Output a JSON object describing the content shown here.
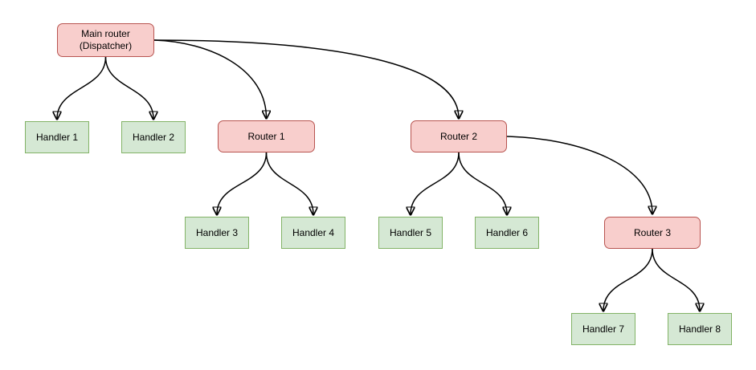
{
  "diagram": {
    "colors": {
      "router_fill": "#f8cecc",
      "router_stroke": "#b85450",
      "handler_fill": "#d5e8d4",
      "handler_stroke": "#82b366",
      "edge_stroke": "#000000",
      "canvas_background": "#ffffff"
    },
    "nodes": {
      "main": {
        "label": "Main router\n(Dispatcher)",
        "type": "router"
      },
      "handler1": {
        "label": "Handler 1",
        "type": "handler"
      },
      "handler2": {
        "label": "Handler 2",
        "type": "handler"
      },
      "router1": {
        "label": "Router 1",
        "type": "router"
      },
      "router2": {
        "label": "Router 2",
        "type": "router"
      },
      "handler3": {
        "label": "Handler 3",
        "type": "handler"
      },
      "handler4": {
        "label": "Handler 4",
        "type": "handler"
      },
      "handler5": {
        "label": "Handler 5",
        "type": "handler"
      },
      "handler6": {
        "label": "Handler 6",
        "type": "handler"
      },
      "router3": {
        "label": "Router 3",
        "type": "router"
      },
      "handler7": {
        "label": "Handler 7",
        "type": "handler"
      },
      "handler8": {
        "label": "Handler 8",
        "type": "handler"
      }
    },
    "edges": [
      {
        "from": "main",
        "to": "handler1"
      },
      {
        "from": "main",
        "to": "handler2"
      },
      {
        "from": "main",
        "to": "router1"
      },
      {
        "from": "main",
        "to": "router2"
      },
      {
        "from": "router1",
        "to": "handler3"
      },
      {
        "from": "router1",
        "to": "handler4"
      },
      {
        "from": "router2",
        "to": "handler5"
      },
      {
        "from": "router2",
        "to": "handler6"
      },
      {
        "from": "router2",
        "to": "router3"
      },
      {
        "from": "router3",
        "to": "handler7"
      },
      {
        "from": "router3",
        "to": "handler8"
      }
    ]
  }
}
